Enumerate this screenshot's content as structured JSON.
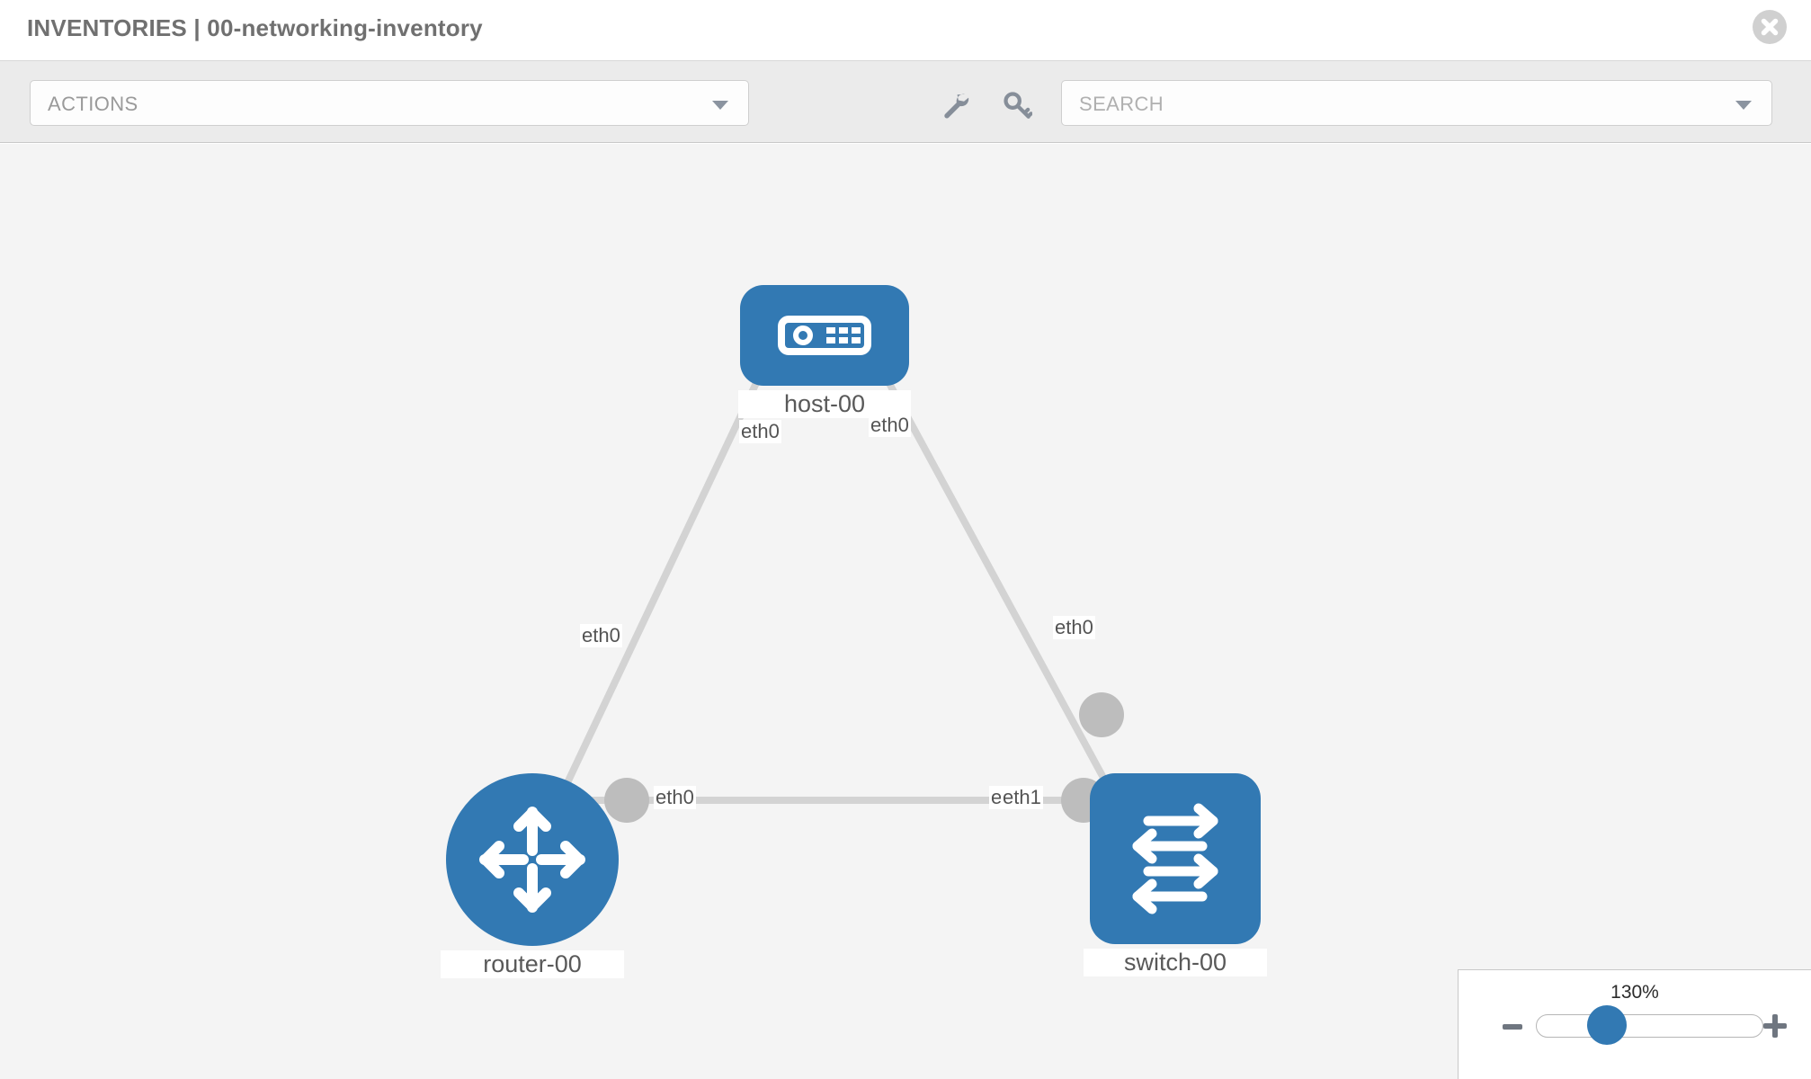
{
  "header": {
    "title": "INVENTORIES | 00-networking-inventory",
    "close_icon": "close-circle-icon"
  },
  "toolbar": {
    "actions_label": "ACTIONS",
    "actions_caret_icon": "chevron-down-icon",
    "wrench_icon": "wrench-icon",
    "key_icon": "key-icon",
    "search_placeholder": "SEARCH",
    "search_value": "",
    "search_caret_icon": "chevron-down-icon"
  },
  "topology": {
    "nodes": [
      {
        "id": "host-00",
        "label": "host-00",
        "type": "host",
        "icon": "server-icon",
        "shape": "rounded-rect",
        "color": "#3279b3"
      },
      {
        "id": "router-00",
        "label": "router-00",
        "type": "router",
        "icon": "router-arrows-icon",
        "shape": "circle",
        "color": "#3279b3"
      },
      {
        "id": "switch-00",
        "label": "switch-00",
        "type": "switch",
        "icon": "switch-arrows-icon",
        "shape": "rounded-square",
        "color": "#3279b3"
      }
    ],
    "interfaces": [
      {
        "node": "host-00",
        "label": "eth0",
        "side": "bottom-left"
      },
      {
        "node": "host-00",
        "label": "eth0",
        "side": "bottom-right"
      },
      {
        "node": "router-00",
        "label": "eth0",
        "side": "right"
      },
      {
        "node": "router-00",
        "label": "eth0",
        "side": "top-right"
      },
      {
        "node": "switch-00",
        "label": "eth0",
        "side": "top-left"
      },
      {
        "node": "switch-00",
        "label": "eth0",
        "side": "left-hidden"
      },
      {
        "node": "switch-00",
        "label": "eth1",
        "side": "left"
      }
    ],
    "links": [
      {
        "from": "host-00",
        "to": "router-00",
        "from_label": "eth0",
        "to_label": "eth0"
      },
      {
        "from": "host-00",
        "to": "switch-00",
        "from_label": "eth0",
        "to_label": "eth0"
      },
      {
        "from": "router-00",
        "to": "switch-00",
        "from_label": "eth0",
        "to_label": "eth1"
      }
    ],
    "link_color": "#d3d3d3",
    "canvas_color": "#f4f4f4"
  },
  "zoom": {
    "value_label": "130%",
    "minus_label": "minus-icon",
    "plus_label": "plus-icon",
    "percent": 130
  }
}
